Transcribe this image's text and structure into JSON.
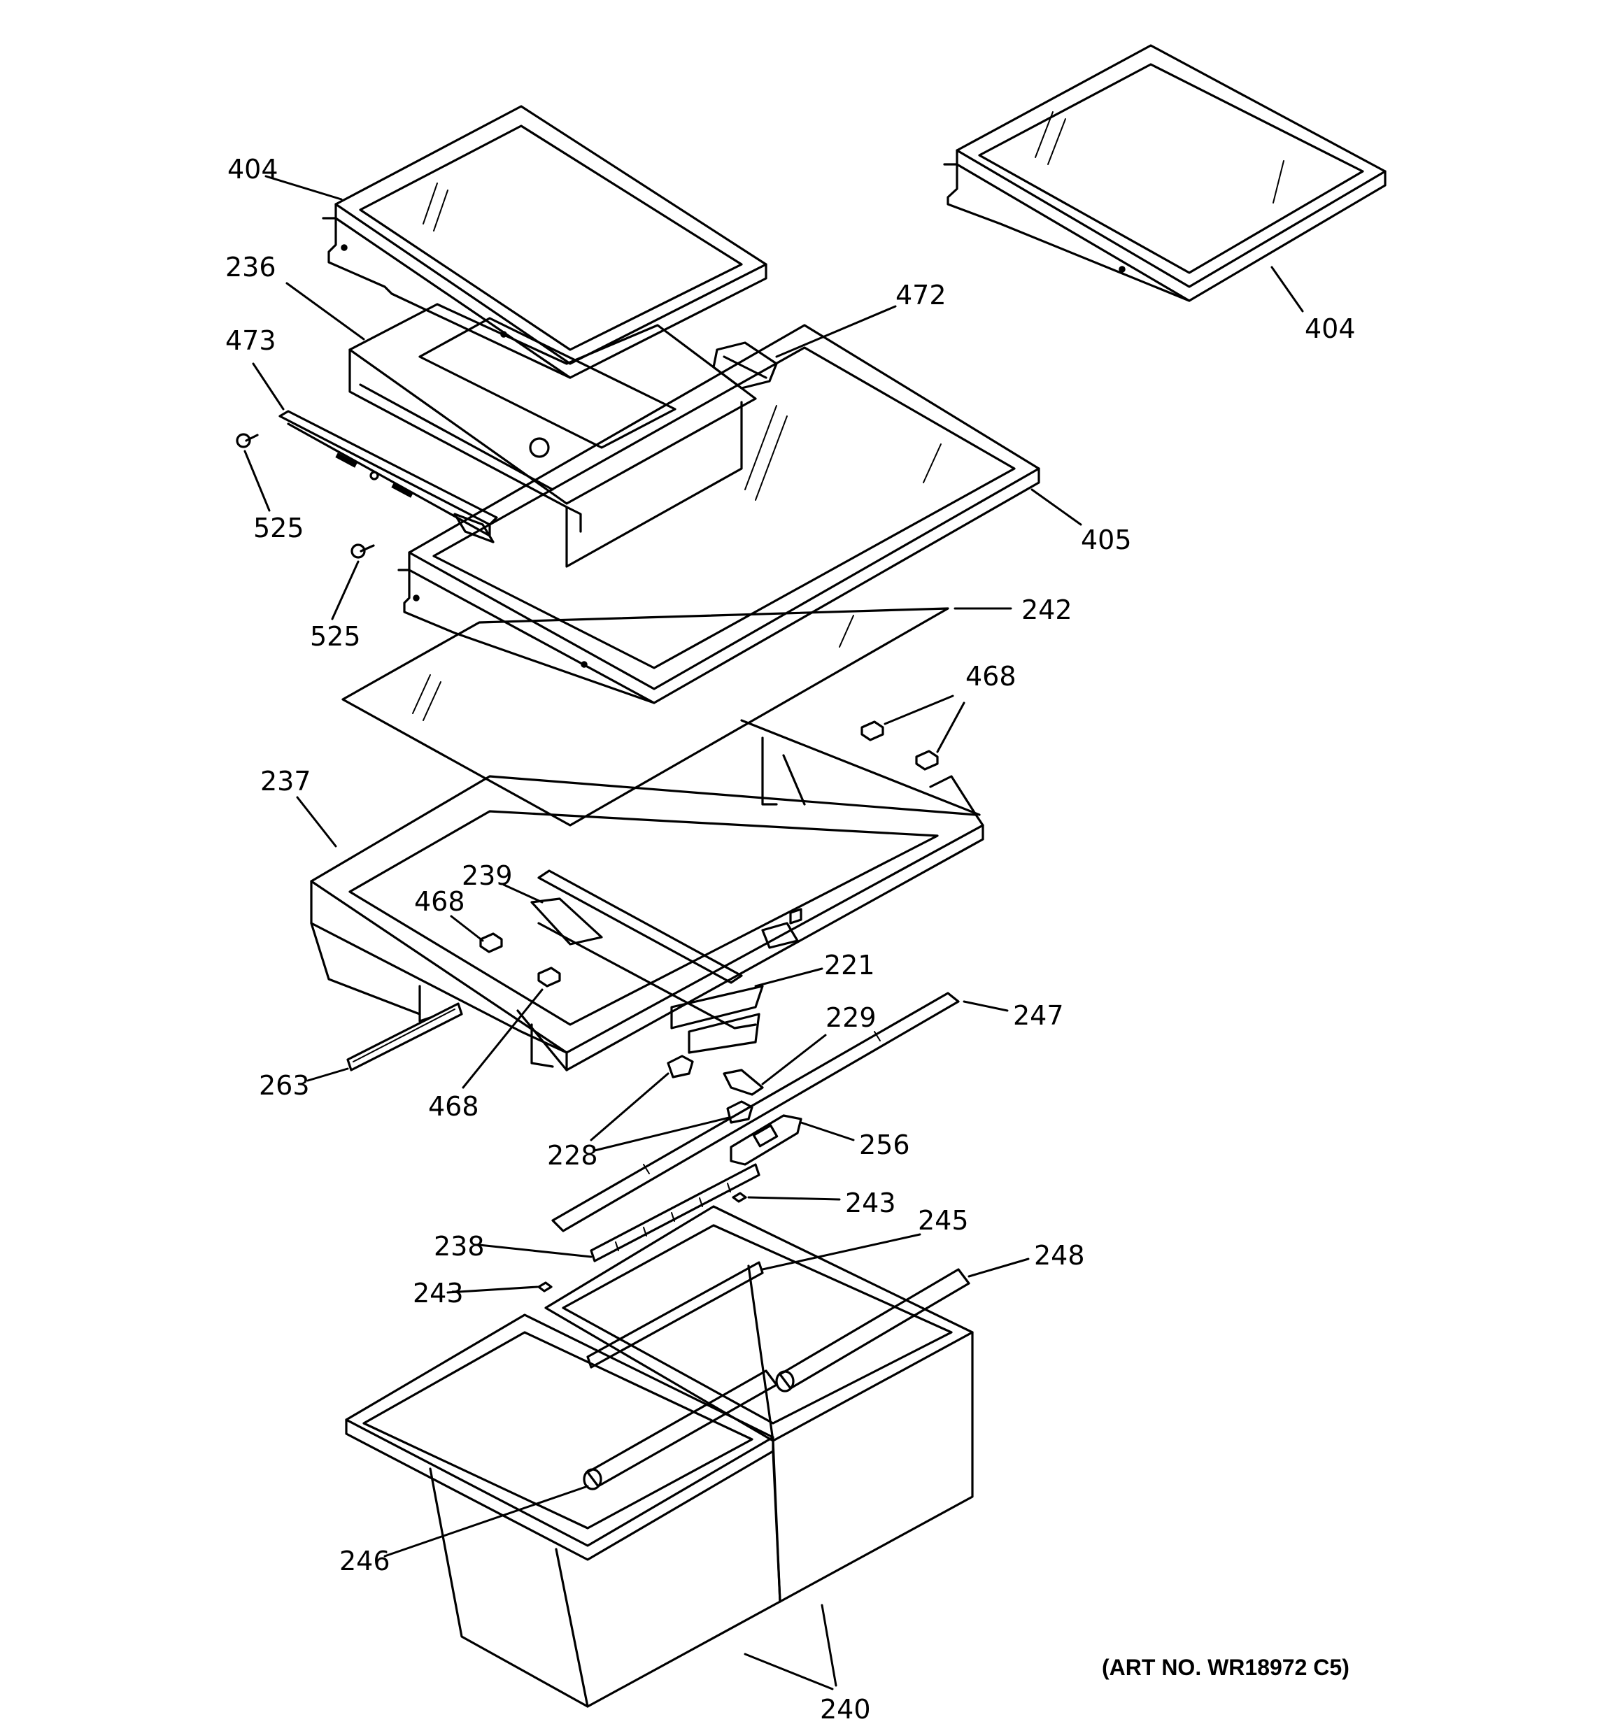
{
  "callouts": [
    {
      "id": "c404a",
      "text": "404"
    },
    {
      "id": "c404b",
      "text": "404"
    },
    {
      "id": "c236",
      "text": "236"
    },
    {
      "id": "c472",
      "text": "472"
    },
    {
      "id": "c473",
      "text": "473"
    },
    {
      "id": "c525a",
      "text": "525"
    },
    {
      "id": "c525b",
      "text": "525"
    },
    {
      "id": "c405",
      "text": "405"
    },
    {
      "id": "c242",
      "text": "242"
    },
    {
      "id": "c468a",
      "text": "468"
    },
    {
      "id": "c237",
      "text": "237"
    },
    {
      "id": "c239",
      "text": "239"
    },
    {
      "id": "c468b",
      "text": "468"
    },
    {
      "id": "c221",
      "text": "221"
    },
    {
      "id": "c229",
      "text": "229"
    },
    {
      "id": "c247",
      "text": "247"
    },
    {
      "id": "c263",
      "text": "263"
    },
    {
      "id": "c468c",
      "text": "468"
    },
    {
      "id": "c228",
      "text": "228"
    },
    {
      "id": "c256",
      "text": "256"
    },
    {
      "id": "c243a",
      "text": "243"
    },
    {
      "id": "c245",
      "text": "245"
    },
    {
      "id": "c238",
      "text": "238"
    },
    {
      "id": "c248",
      "text": "248"
    },
    {
      "id": "c243b",
      "text": "243"
    },
    {
      "id": "c246",
      "text": "246"
    },
    {
      "id": "c240",
      "text": "240"
    }
  ],
  "art_number": "(ART NO. WR18972 C5)"
}
